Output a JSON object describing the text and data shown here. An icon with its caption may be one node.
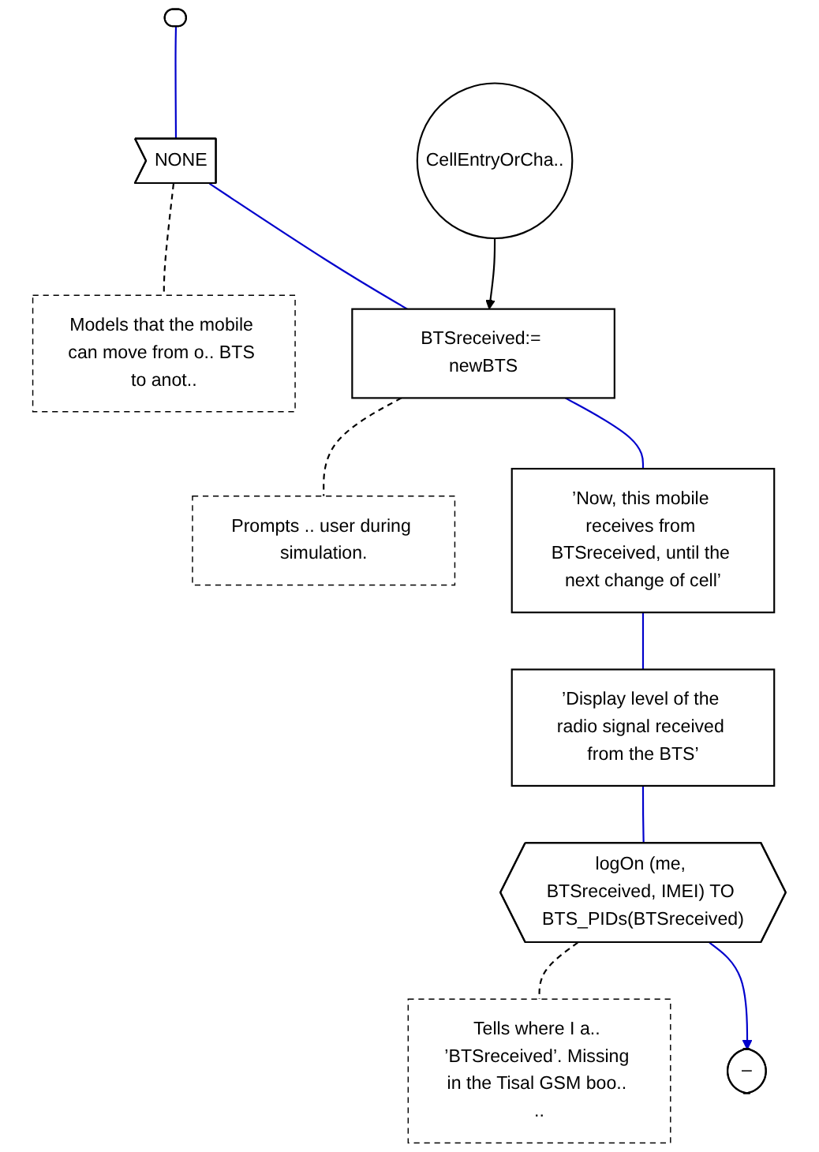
{
  "diagram": {
    "nodes": [
      {
        "text": [],
        "shape": "box"
      },
      {
        "text": [
          "NONE"
        ]
      },
      {
        "text": [
          "Models that the mobile can move from o.. BTS to anot.."
        ]
      },
      {
        "text": [
          "CellEntryOrCha.."
        ]
      },
      {
        "text": [
          "BTSreceived:= newBTS"
        ]
      },
      {
        "text": [
          "Prompts .. user during simulation."
        ]
      },
      {
        "text": [
          "’Now, this mobile receives from BTSreceived, until the next change of cell’"
        ]
      },
      {
        "text": [
          "’Display level of the radio signal received from the BTS’"
        ]
      },
      {
        "text": [
          "logOn (me, BTSreceived, IMEI) TO BTS_PIDs(BTSreceived)"
        ]
      },
      {
        "text": [
          "Tells where I a.. ’BTSreceived’. Missing in the Tisal GSM boo.. .."
        ]
      },
      {
        "text": [
          "–"
        ]
      }
    ],
    "edges": [
      {
        "from": 0,
        "to": 1,
        "arrow": "none"
      },
      {
        "from": 1,
        "to": 2,
        "arrow": "none",
        "style": "dashed",
        "color": "#000000"
      },
      {
        "from": 1,
        "to": 4,
        "arrow": "none"
      },
      {
        "from": 3,
        "to": 4,
        "arrow": "to",
        "color": "#000000"
      },
      {
        "from": 4,
        "to": 5,
        "arrow": "none",
        "style": "dashed",
        "color": "#000000"
      },
      {
        "from": 4,
        "to": 6,
        "arrow": "none"
      },
      {
        "from": 6,
        "to": 7,
        "arrow": "none"
      },
      {
        "from": 7,
        "to": 8,
        "arrow": "none"
      },
      {
        "from": 8,
        "to": 9,
        "arrow": "none",
        "style": "dashed",
        "color": "#000000"
      },
      {
        "from": 8,
        "to": 10,
        "arrow": "to"
      }
    ]
  }
}
